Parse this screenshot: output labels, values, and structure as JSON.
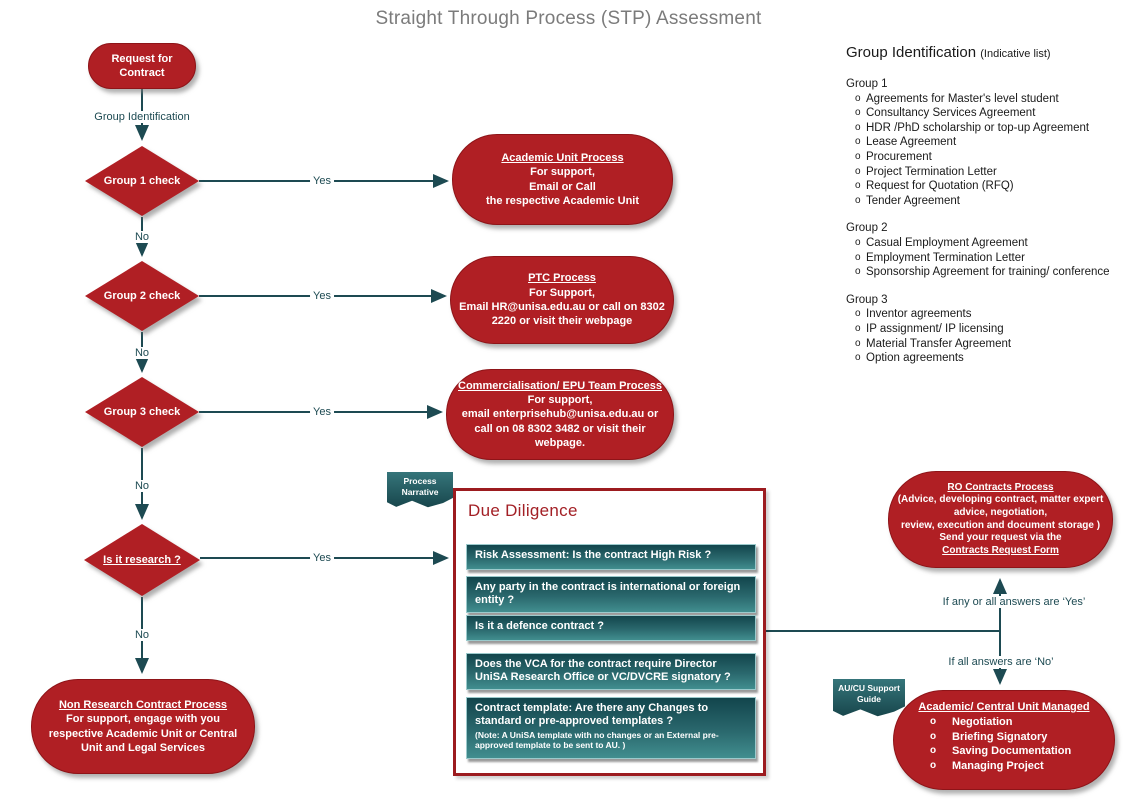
{
  "title": "Straight Through Process (STP) Assessment",
  "labels": {
    "group_identification": "Group Identification",
    "yes": "Yes",
    "no": "No",
    "branch_yes": "If any or all answers are ‘Yes’",
    "branch_no": "If all answers are ‘No’"
  },
  "flow": {
    "start": "Request for Contract",
    "decision1": "Group 1 check",
    "decision2": "Group 2 check",
    "decision3": "Group 3 check",
    "decision4": "Is it research ?"
  },
  "boxes": {
    "academic": {
      "title": "Academic Unit Process",
      "line1": "For support,",
      "line2": "Email or Call",
      "line3": "the respective Academic Unit"
    },
    "ptc": {
      "title": "PTC Process",
      "line1": "For Support,",
      "line2": "Email HR@unisa.edu.au or call on 8302 2220 or visit their webpage"
    },
    "commercialisation": {
      "title": "Commercialisation/ EPU Team Process",
      "line1": "For support,",
      "line2": "email  enterprisehub@unisa.edu.au or call on 08 8302 3482 or visit their webpage."
    },
    "non_research": {
      "title": "Non Research Contract Process",
      "line1": "For support, engage with you respective Academic Unit or Central Unit and Legal Services"
    }
  },
  "due_diligence": {
    "ribbon": "Process Narrative",
    "title": "Due Diligence",
    "questions": [
      {
        "text": "Risk Assessment: Is the contract High Risk ?"
      },
      {
        "text": "Any party in the contract is international or foreign entity ?"
      },
      {
        "text": "Is it a defence contract ?"
      },
      {
        "text": "Does the VCA for the contract require Director UniSA Research Office or VC/DVCRE signatory ?"
      },
      {
        "text": "Contract template: Are there any Changes to standard or pre-approved templates ?",
        "note": "(Note: A UniSA template with no changes or an External pre-approved template to be sent to AU. )"
      }
    ]
  },
  "ro_process": {
    "title": "RO Contracts Process",
    "line1": "(Advice, developing contract, matter expert advice, negotiation,",
    "line2": "review, execution and document storage )",
    "line3": "Send your request via the",
    "link": "Contracts Request Form"
  },
  "managed": {
    "ribbon": "AU/CU Support Guide",
    "title": "Academic/ Central Unit Managed",
    "bullet": "o",
    "items": [
      "Negotiation",
      "Briefing Signatory",
      "Saving Documentation",
      "Managing Project"
    ]
  },
  "group_list": {
    "heading": "Group Identification",
    "heading_note": "(Indicative list)",
    "bullet": "o",
    "groups": [
      {
        "name": "Group 1",
        "items": [
          "Agreements for Master's level student",
          "Consultancy Services Agreement",
          "HDR /PhD scholarship or top-up Agreement",
          "Lease Agreement",
          "Procurement",
          "Project Termination Letter",
          "Request for Quotation (RFQ)",
          "Tender Agreement"
        ]
      },
      {
        "name": "Group 2",
        "items": [
          "Casual Employment Agreement",
          "Employment Termination Letter",
          "Sponsorship Agreement for training/ conference"
        ]
      },
      {
        "name": "Group 3",
        "items": [
          "Inventor agreements",
          "IP assignment/ IP licensing",
          "Material Transfer Agreement",
          "Option agreements"
        ]
      }
    ]
  },
  "colors": {
    "shape_red": "#b01f24",
    "maroon_border": "#9c1b1f",
    "teal_line": "#1d4a52",
    "teal_row_top": "#12454c",
    "teal_row_bottom": "#418e8f",
    "title_gray": "#7b7b7b"
  }
}
